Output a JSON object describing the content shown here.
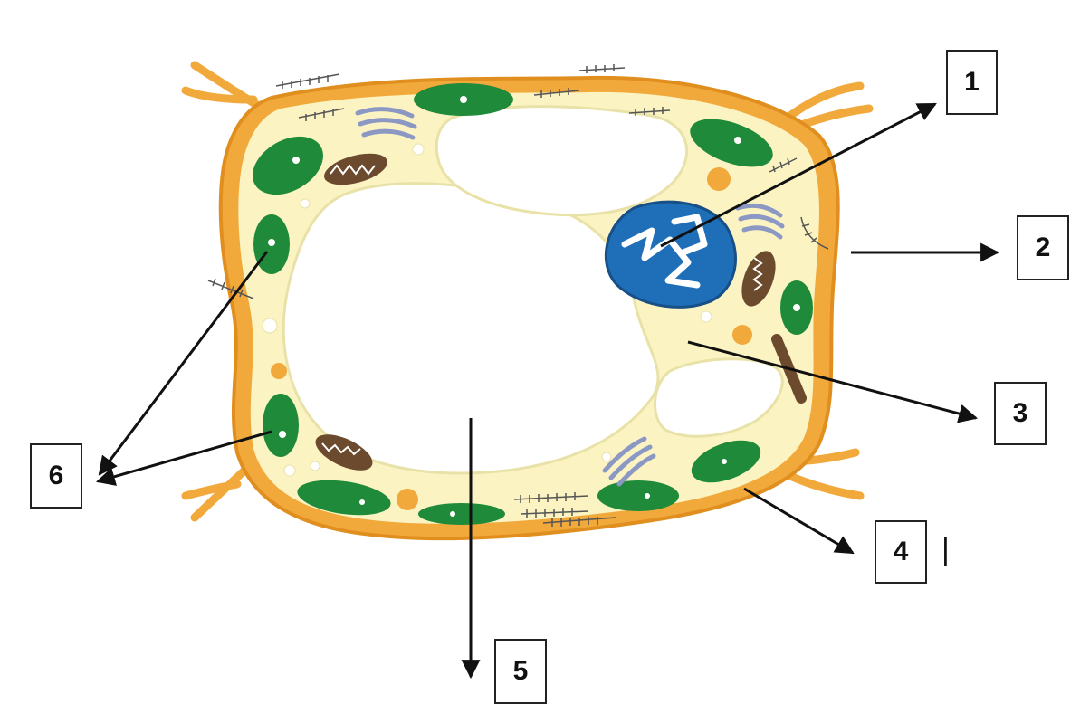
{
  "labels": [
    {
      "id": "1",
      "text": "1"
    },
    {
      "id": "2",
      "text": "2"
    },
    {
      "id": "3",
      "text": "3"
    },
    {
      "id": "4",
      "text": "4"
    },
    {
      "id": "5",
      "text": "5"
    },
    {
      "id": "6",
      "text": "6"
    }
  ],
  "cursor_mark": "|",
  "colors": {
    "cell_wall": "#F2A93B",
    "cell_wall_dark": "#E08F1F",
    "cytoplasm": "#FBF4C2",
    "vacuole": "#FFFFFF",
    "chloroplast": "#1F8A3A",
    "nucleus": "#1E6FB8",
    "mitochondria": "#6B4A2E",
    "arrow": "#111111"
  }
}
